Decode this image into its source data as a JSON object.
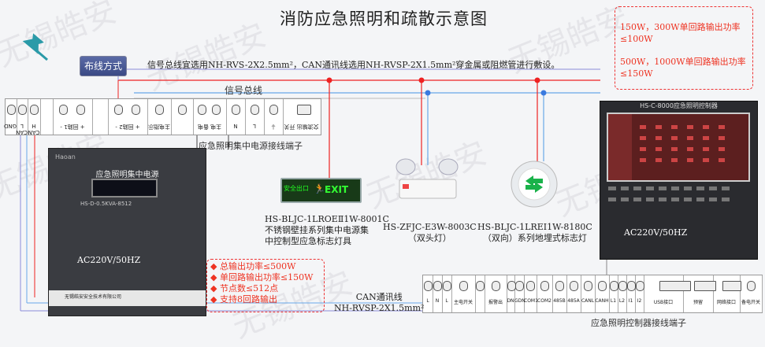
{
  "title": "消防应急照明和疏散示意图",
  "watermark": "无锡皓安",
  "wiring_button": "布线方式",
  "wiring_note": "信号总线宜选用NH-RVS-2X2.5mm²，CAN通讯线选用NH-RVSP-2X1.5mm²穿金属或阻燃管进行敷设。",
  "signal_bus_label": "信号总线",
  "top_right_box": [
    "150W，300W单回路输出功率≤100W",
    "500W，1000W单回路输出功率≤150W"
  ],
  "psu_terminal_caption": "应急照明集中电源接线端子",
  "psu_terminals": [
    "GND",
    "CAN L",
    "CAN H",
    "+ 回路1 -",
    "+ 回路2 -",
    "主电指示",
    "主电 备电",
    "N",
    "L",
    "⏚",
    "交流输出 开关"
  ],
  "psu": {
    "brand": "Haoan",
    "name": "应急照明集中电源",
    "model": "HS-D-0.5KVA-8512",
    "ac": "AC220V/50HZ",
    "manufacturer": "无锡皓安安全技术有限公司"
  },
  "psu_specs": [
    "总输出功率≤500W",
    "单回路输出功率≤150W",
    "节点数≤512点",
    "支持8回路输出"
  ],
  "exit_sign": {
    "text": "安全出口",
    "exit": "EXIT"
  },
  "fixture1_caption": [
    "HS-BLJC-1LROEⅡ1W-8001C",
    "不锈钢壁挂系列集中电源集",
    "中控制型应急标志灯具"
  ],
  "fixture2_caption": [
    "HS-ZFJC-E3W-8003C",
    "（双头灯）"
  ],
  "fixture3_caption": [
    "HS-BLJC-1LREⅠ1W-8180C",
    "（双向）系列地埋式标志灯"
  ],
  "controller": {
    "header": "HS-C-8000应急照明控制器",
    "ac": "AC220V/50HZ"
  },
  "can_line": [
    "CAN通讯线",
    "NH-RVSP-2X1.5mm²"
  ],
  "controller_terminal_caption": "应急照明控制器接线端子",
  "controller_terminals": [
    "L",
    "N",
    "L",
    "主电开关",
    "",
    "报警出",
    "DN",
    "GDN",
    "COM1",
    "COM2",
    "485B",
    "485A",
    "CANL",
    "CANH",
    "L1",
    "L2",
    "I1",
    "I2",
    "USB接口",
    "预留",
    "网络接口",
    "备电开关"
  ]
}
